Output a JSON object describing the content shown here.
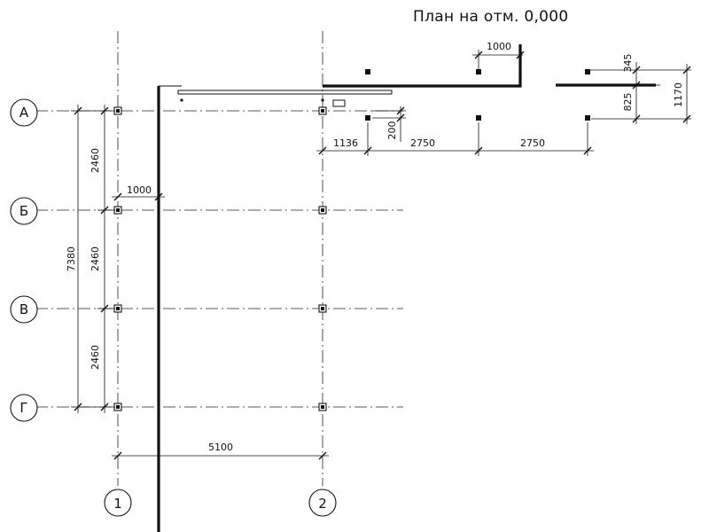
{
  "title": "План на отм. 0,000",
  "row_axes": [
    {
      "label": "А"
    },
    {
      "label": "Б"
    },
    {
      "label": "В"
    },
    {
      "label": "Г"
    }
  ],
  "column_axes": [
    {
      "label": "1"
    },
    {
      "label": "2"
    }
  ],
  "dimensions": {
    "overall_vertical": "7380",
    "row_spacing_ab": "2460",
    "row_spacing_bv": "2460",
    "row_spacing_vg": "2460",
    "column_spacing_12": "5100",
    "offset_left": "1000",
    "top_offset": "1000",
    "step_1136": "1136",
    "step_2750_a": "2750",
    "step_2750_b": "2750",
    "small_200": "200",
    "right_345": "345",
    "right_825": "825",
    "right_1170": "1170"
  }
}
